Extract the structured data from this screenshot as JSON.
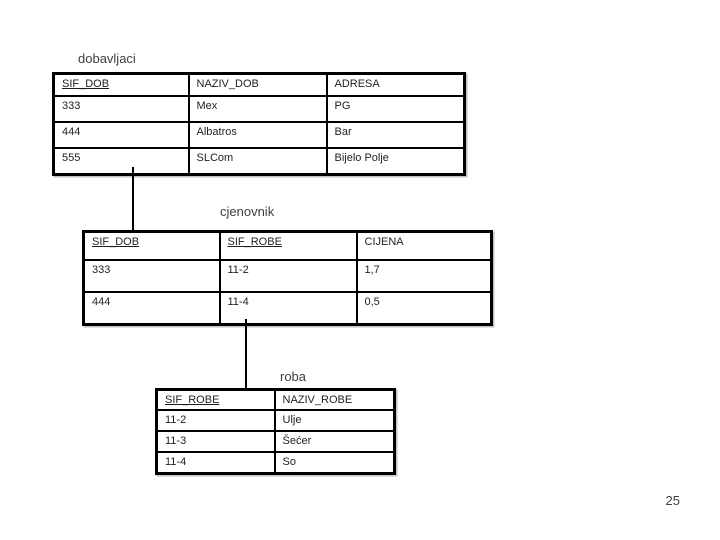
{
  "slide": {
    "background": "#ffffff",
    "page_number": "25"
  },
  "colors": {
    "table_border": "#000000",
    "cell_text": "#1f1f1f",
    "label_text": "#3f3f3f",
    "connector": "#000000"
  },
  "tables": [
    {
      "label": "dobavljaci",
      "headers": [
        {
          "text": "SIF_DOB",
          "key": true
        },
        {
          "text": "NAZIV_DOB",
          "key": false
        },
        {
          "text": "ADRESA",
          "key": false
        }
      ],
      "rows": [
        [
          "333",
          "Mex",
          "PG"
        ],
        [
          "444",
          "Albatros",
          "Bar"
        ],
        [
          "555",
          "SLCom",
          "Bijelo Polje"
        ]
      ]
    },
    {
      "label": "cjenovnik",
      "headers": [
        {
          "text": "SIF_DOB",
          "key": true
        },
        {
          "text": "SIF_ROBE",
          "key": true
        },
        {
          "text": "CIJENA",
          "key": false
        }
      ],
      "rows": [
        [
          "333",
          "11-2",
          "1,7"
        ],
        [
          "444",
          "11-4",
          "0,5"
        ]
      ]
    },
    {
      "label": "roba",
      "headers": [
        {
          "text": "SIF_ROBE",
          "key": true
        },
        {
          "text": "NAZIV_ROBE",
          "key": false
        }
      ],
      "rows": [
        [
          "11-2",
          "Ulje"
        ],
        [
          "11-3",
          "Šećer"
        ],
        [
          "11-4",
          "So"
        ]
      ]
    }
  ]
}
